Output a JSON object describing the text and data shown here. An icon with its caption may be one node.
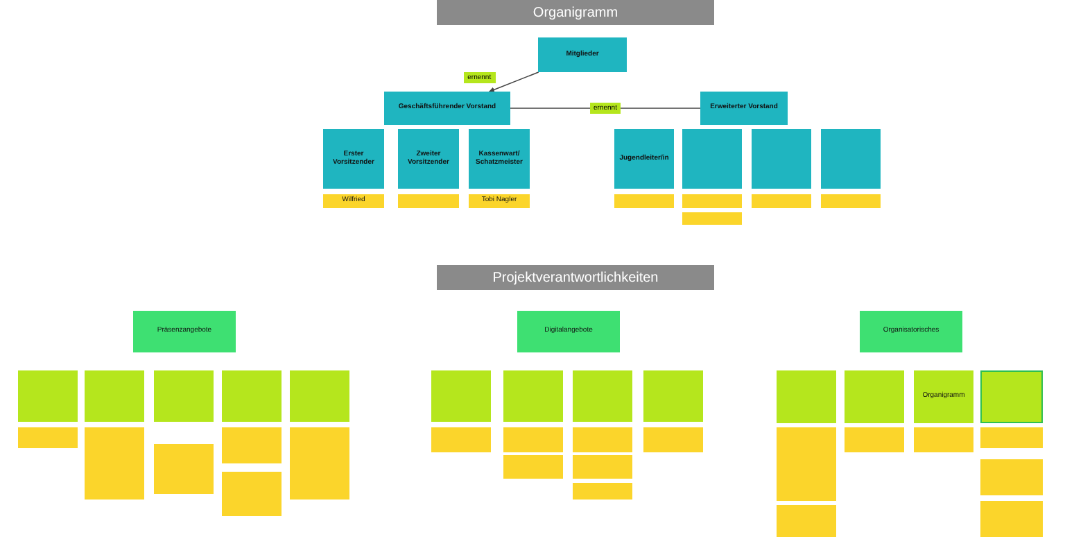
{
  "diagram": {
    "title": "Organigramm",
    "nodes": [
      {
        "text": [
          "Mitglieder"
        ]
      },
      {
        "text": [
          "Geschäftsführender Vorstand"
        ]
      },
      {
        "text": [
          "Erweiterter Vorstand"
        ]
      },
      {
        "text": [
          "Erster Vorsitzender"
        ]
      },
      {
        "text": [
          "Zweiter Vorsitzender"
        ]
      },
      {
        "text": [
          "Kassenwart/ Schatzmeister"
        ]
      },
      {
        "text": [
          "Jugendleiter/in"
        ]
      },
      {
        "text": [],
        "shape": "box"
      },
      {
        "text": [],
        "shape": "box"
      },
      {
        "text": [],
        "shape": "box"
      },
      {
        "text": [
          "Wilfried"
        ]
      },
      {
        "text": [],
        "shape": "box"
      },
      {
        "text": [
          "Tobi Nagler"
        ]
      },
      {
        "text": [],
        "shape": "box"
      },
      {
        "text": [],
        "shape": "box"
      },
      {
        "text": [],
        "shape": "box"
      },
      {
        "text": [],
        "shape": "box"
      },
      {
        "text": [],
        "shape": "box"
      },
      {
        "text": [
          "Präsenzangebote"
        ]
      },
      {
        "text": [
          "Digitalangebote"
        ]
      },
      {
        "text": [
          "Organisatorisches"
        ]
      },
      {
        "text": [],
        "shape": "box"
      },
      {
        "text": [],
        "shape": "box"
      },
      {
        "text": [],
        "shape": "box"
      },
      {
        "text": [],
        "shape": "box"
      },
      {
        "text": [],
        "shape": "box"
      },
      {
        "text": [],
        "shape": "box"
      },
      {
        "text": [],
        "shape": "box"
      },
      {
        "text": [],
        "shape": "box"
      },
      {
        "text": [],
        "shape": "box"
      },
      {
        "text": [],
        "shape": "box"
      },
      {
        "text": [],
        "shape": "box"
      },
      {
        "text": [
          "Organigramm"
        ]
      },
      {
        "text": [],
        "shape": "box"
      },
      {
        "text": [],
        "shape": "box"
      },
      {
        "text": [],
        "shape": "box"
      },
      {
        "text": [],
        "shape": "box"
      },
      {
        "text": [],
        "shape": "box"
      },
      {
        "text": [],
        "shape": "box"
      },
      {
        "text": [],
        "shape": "box"
      },
      {
        "text": [],
        "shape": "box"
      },
      {
        "text": [],
        "shape": "box"
      },
      {
        "text": [],
        "shape": "box"
      },
      {
        "text": [],
        "shape": "box"
      },
      {
        "text": [],
        "shape": "box"
      },
      {
        "text": [],
        "shape": "box"
      },
      {
        "text": [],
        "shape": "box"
      },
      {
        "text": [],
        "shape": "box"
      },
      {
        "text": [],
        "shape": "box"
      },
      {
        "text": [],
        "shape": "box"
      },
      {
        "text": [],
        "shape": "box"
      },
      {
        "text": [],
        "shape": "box"
      },
      {
        "text": [],
        "shape": "box"
      },
      {
        "text": [],
        "shape": "box"
      }
    ],
    "edges": [
      {
        "from": 0,
        "to": 1,
        "arrow": "to",
        "label": "ernennt"
      },
      {
        "from": 1,
        "to": 2,
        "arrow": "none",
        "label": "ernennt"
      }
    ],
    "labels": [
      "Projektverantwortlichkeiten"
    ]
  }
}
